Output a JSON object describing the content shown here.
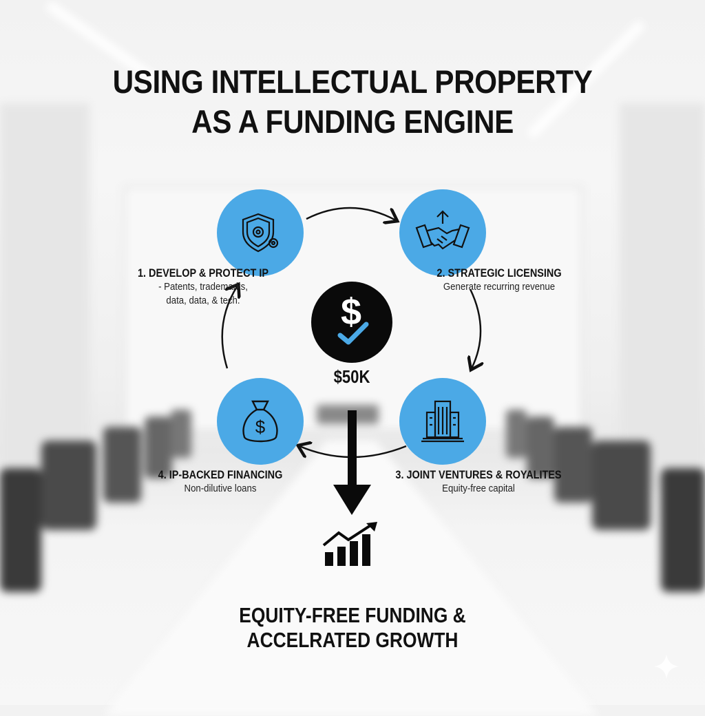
{
  "title": {
    "line1": "USING INTELLECTUAL PROPERTY",
    "line2": "AS A FUNDING ENGINE"
  },
  "center": {
    "icon": "dollar-check-icon",
    "amount": "$50K"
  },
  "steps": [
    {
      "label": "1. DEVELOP & PROTECT IP",
      "sub1": "- Patents, trademarks,",
      "sub2": "data, data, & tech.",
      "icon": "shield-gear-icon"
    },
    {
      "label": "2. STRATEGIC LICENSING",
      "sub1": "Generate recurring revenue",
      "icon": "handshake-icon"
    },
    {
      "label": "3. JOINT VENTURES & ROYALITES",
      "sub1": "Equity-free capital",
      "icon": "building-icon"
    },
    {
      "label": "4. IP-BACKED FINANCING",
      "sub1": "Non-dilutive loans",
      "icon": "money-bag-icon"
    }
  ],
  "outcome": {
    "line1": "EQUITY-FREE FUNDING &",
    "line2": "ACCELRATED GROWTH",
    "icon": "growth-chart-icon"
  },
  "colors": {
    "accent": "#4ba9e6",
    "dark": "#0a0a0a"
  }
}
